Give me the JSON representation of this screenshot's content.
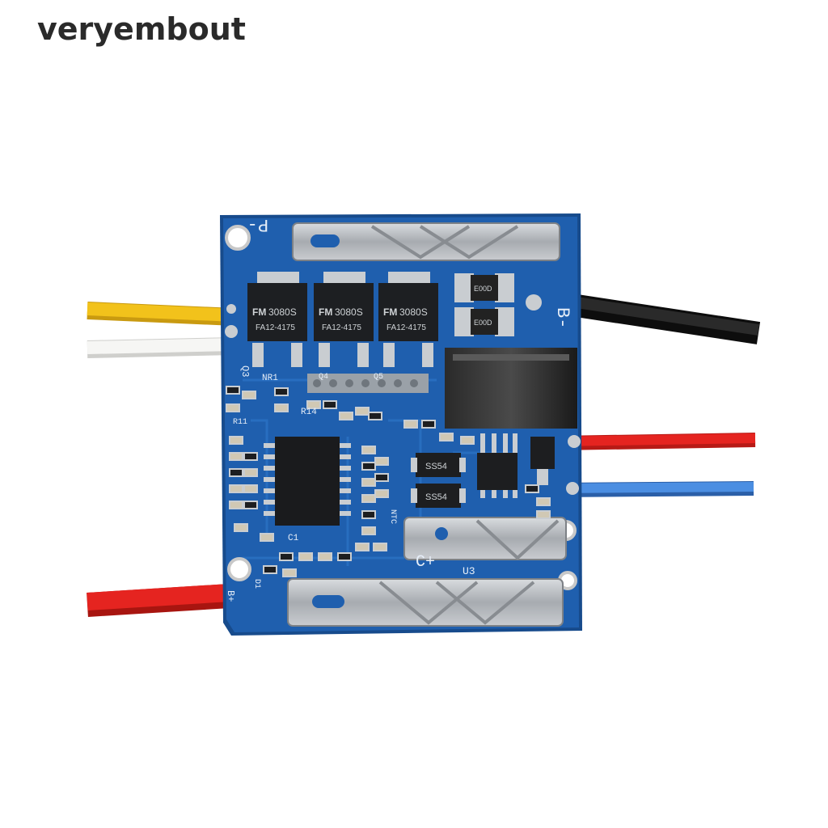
{
  "watermark": {
    "brand": "veryembout"
  },
  "board": {
    "terminal_labels": {
      "p_minus": "P-",
      "b_minus": "B-",
      "c_plus": "C+",
      "b_plus": "B+"
    },
    "mosfet_marking": {
      "line1": "3080S",
      "line2": "FA12-4175",
      "logo": "FM"
    },
    "component_labels": [
      "Q3",
      "Q4",
      "Q5",
      "NR1",
      "R14",
      "R11",
      "C1",
      "NTC",
      "U3",
      "D1"
    ],
    "diode_marking": "SS54",
    "inductor_marking": "E00D"
  },
  "wires": {
    "colors": {
      "yellow": "#f2c21b",
      "white": "#f4f4f2",
      "black": "#1b1b1b",
      "red": "#e52420",
      "blue": "#3b7fd6"
    }
  },
  "colors": {
    "pcb": "#1f5fae",
    "pcb_dark": "#174b8c",
    "metal": "#b9bdc1"
  }
}
